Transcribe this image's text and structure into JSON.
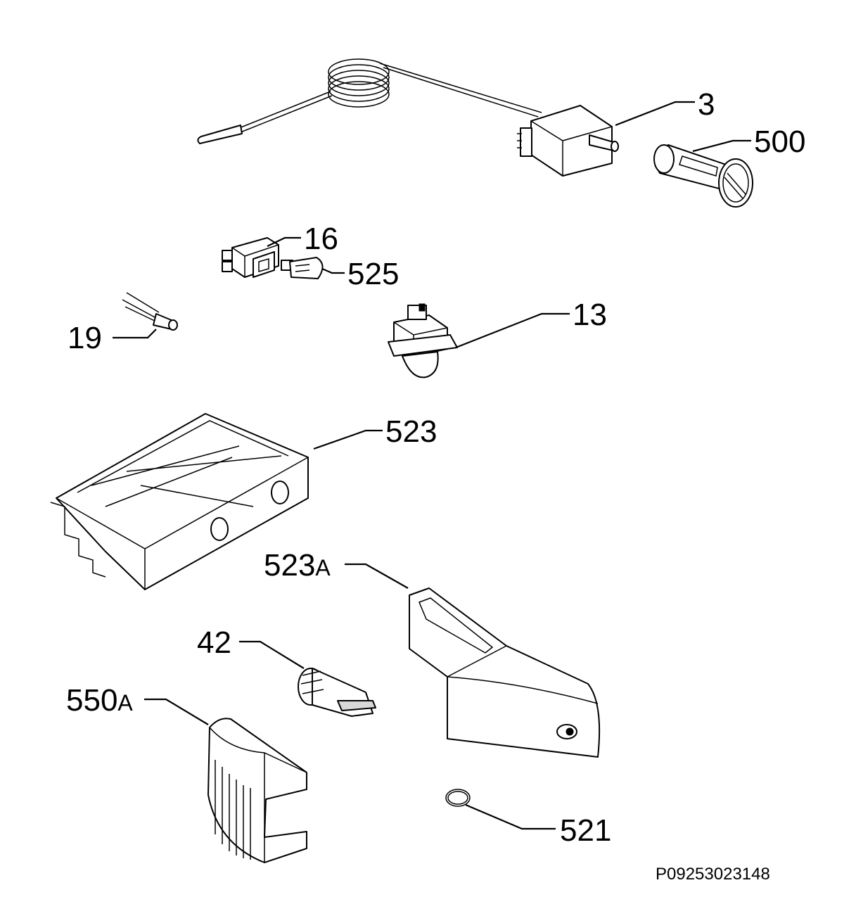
{
  "diagram": {
    "reference_code": "P09253023148",
    "callouts": [
      {
        "id": "3",
        "number": "3",
        "suffix": ""
      },
      {
        "id": "500",
        "number": "500",
        "suffix": ""
      },
      {
        "id": "16",
        "number": "16",
        "suffix": ""
      },
      {
        "id": "525",
        "number": "525",
        "suffix": ""
      },
      {
        "id": "19",
        "number": "19",
        "suffix": ""
      },
      {
        "id": "13",
        "number": "13",
        "suffix": ""
      },
      {
        "id": "523",
        "number": "523",
        "suffix": ""
      },
      {
        "id": "523A",
        "number": "523",
        "suffix": "A"
      },
      {
        "id": "42",
        "number": "42",
        "suffix": ""
      },
      {
        "id": "550A",
        "number": "550",
        "suffix": "A"
      },
      {
        "id": "521",
        "number": "521",
        "suffix": ""
      }
    ]
  }
}
